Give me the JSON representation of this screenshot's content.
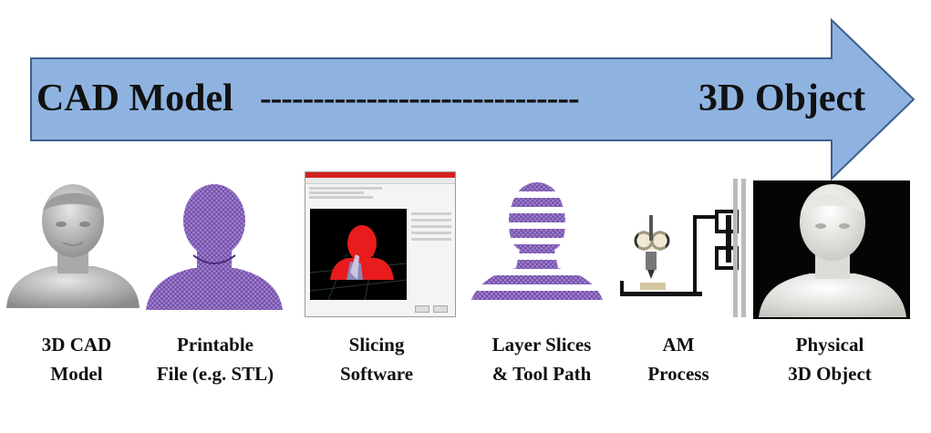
{
  "arrow": {
    "left_text": "CAD Model",
    "dashes": "------------------------------",
    "right_text": "3D Object",
    "fill_color": "#8fb3e0",
    "stroke_color": "#3d5f8c"
  },
  "stages": [
    {
      "line1": "3D CAD",
      "line2": "Model"
    },
    {
      "line1": "Printable",
      "line2": "File (e.g. STL)"
    },
    {
      "line1": "Slicing",
      "line2": "Software"
    },
    {
      "line1": "Layer Slices",
      "line2": "& Tool Path"
    },
    {
      "line1": "AM",
      "line2": "Process"
    },
    {
      "line1": "Physical",
      "line2": "3D Object"
    }
  ],
  "colors": {
    "mesh_purple": "#7a55b0",
    "cad_gray": "#b9b9b9",
    "slicer_red": "#e81c1c",
    "slicer_bg": "#000000"
  }
}
